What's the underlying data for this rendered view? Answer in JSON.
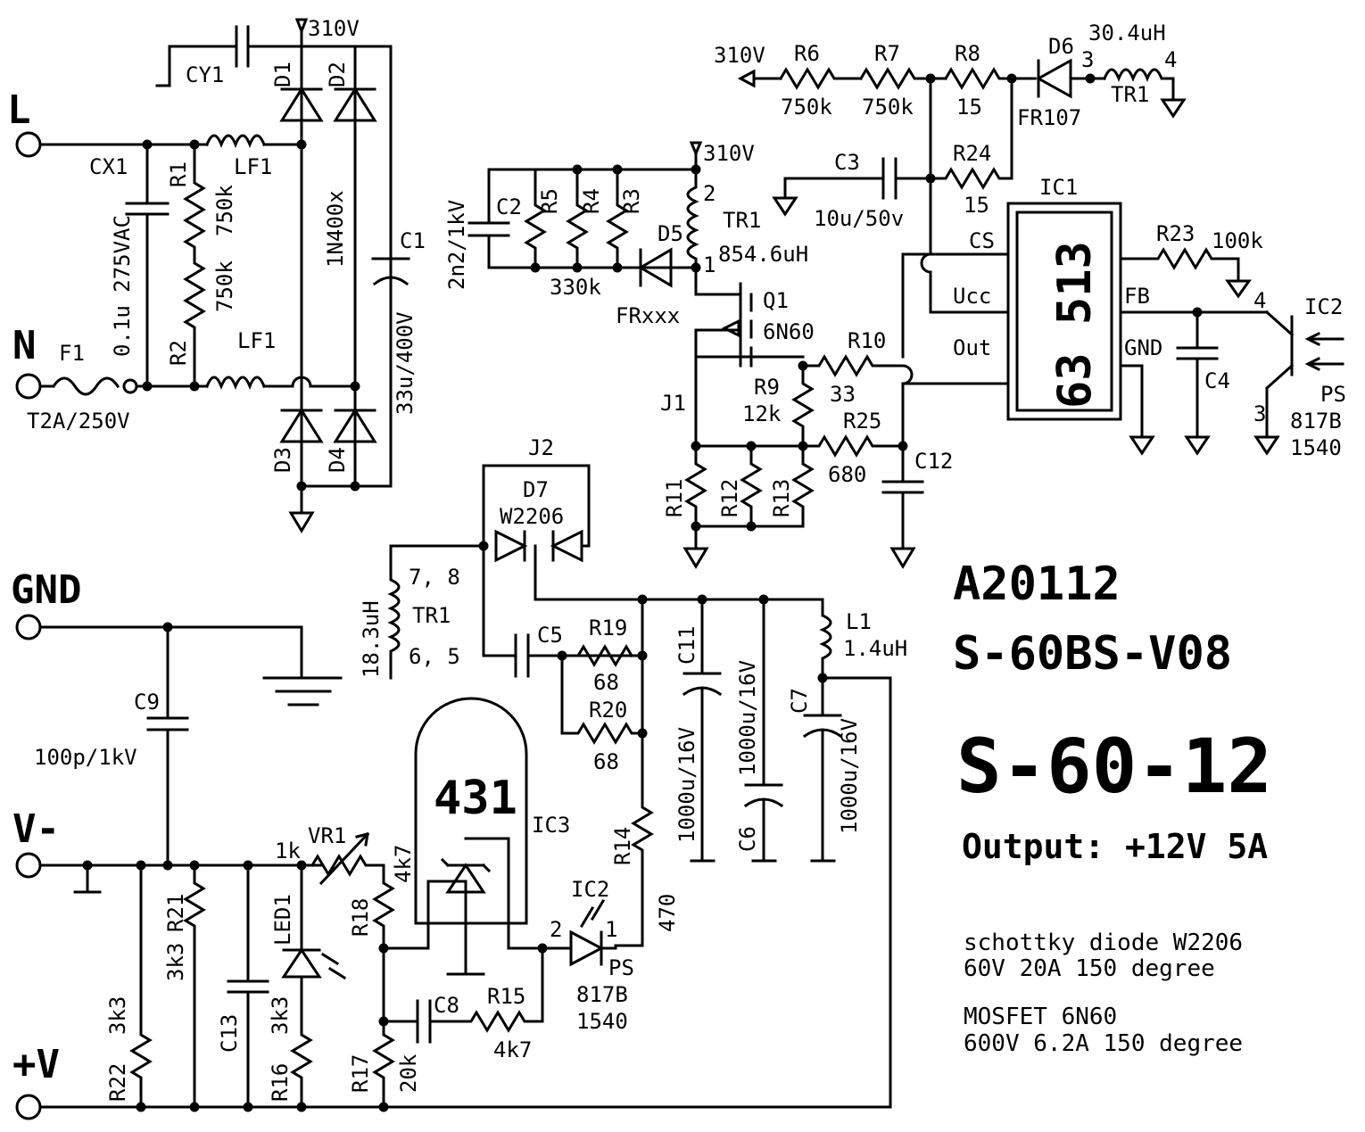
{
  "terminals": {
    "L": "L",
    "N": "N",
    "GND": "GND",
    "Vminus": "V-",
    "Vplus": "+V"
  },
  "title": {
    "code": "A20112",
    "version": "S-60BS-V08",
    "model": "S-60-12",
    "output": "Output: +12V 5A"
  },
  "notes": [
    "schottky diode W2206",
    "60V 20A 150 degree",
    "MOSFET 6N60",
    "600V 6.2A 150 degree"
  ],
  "labels": {
    "v310a": "310V",
    "v310b": "310V",
    "v310c": "310V",
    "CY1": "CY1",
    "D1": "D1",
    "D2": "D2",
    "D3": "D3",
    "D4": "D4",
    "d1n400x": "1N400x",
    "CX1": "CX1",
    "CX1v": "0.1u 275VAC",
    "R1": "R1",
    "R1v": "750k",
    "R2": "R2",
    "R2v": "750k",
    "LF1a": "LF1",
    "LF1b": "LF1",
    "F1": "F1",
    "F1v": "T2A/250V",
    "C1": "C1",
    "C1v": "33u/400V",
    "C2": "C2",
    "C2v": "2n2/1kV",
    "R5": "R5",
    "R4": "R4",
    "R3": "R3",
    "R345v": "330k",
    "D5": "D5",
    "D5v": "FRxxx",
    "TR1a": "TR1",
    "TR1av": "854.6uH",
    "p2": "2",
    "p1": "1",
    "Q1": "Q1",
    "Q1v": "6N60",
    "J1": "J1",
    "R6": "R6",
    "R6v": "750k",
    "R7": "R7",
    "R7v": "750k",
    "R8": "R8",
    "R8v": "15",
    "D6": "D6",
    "D6v": "FR107",
    "L30": "30.4uH",
    "p3": "3",
    "p4": "4",
    "TR1b": "TR1",
    "C3": "C3",
    "C3v": "10u/50v",
    "R24": "R24",
    "R24v": "15",
    "IC1": "IC1",
    "CS": "CS",
    "Ucc": "Ucc",
    "Out": "Out",
    "FB": "FB",
    "GND": "GND",
    "chip": "63 513",
    "R23": "R23",
    "R23v": "100k",
    "IC2": "IC2",
    "IC2p4": "4",
    "IC2p3": "3",
    "PS": "PS",
    "PS817": "817B",
    "PS1540": "1540",
    "C4": "C4",
    "R10": "R10",
    "R10v": "33",
    "R9": "R9",
    "R9v": "12k",
    "R25": "R25",
    "R25v": "680",
    "C12": "C12",
    "R11": "R11",
    "R12": "R12",
    "R13": "R13",
    "J2": "J2",
    "D7": "D7",
    "D7v": "W2206",
    "TR1c": "TR1",
    "TR1cv": "18.3uH",
    "p78": "7, 8",
    "p65": "6, 5",
    "C5": "C5",
    "R19": "R19",
    "R19v": "68",
    "R20": "R20",
    "R20v": "68",
    "C11": "C11",
    "C11v": "1000u/16V",
    "C6": "C6",
    "C6v": "1000u/16V",
    "C7": "C7",
    "C7v": "1000u/16V",
    "L1": "L1",
    "L1v": "1.4uH",
    "C9": "C9",
    "C9v": "100p/1kV",
    "IC3": "IC3",
    "IC3v": "431",
    "R14": "R14",
    "R14v": "470",
    "IC2b": "IC2",
    "IC2b2": "2",
    "IC2b1": "1",
    "PSb": "PS",
    "PSb817": "817B",
    "PSb1540": "1540",
    "VR1": "VR1",
    "VR1v": "1k",
    "R18": "R18",
    "R18v": "4k7",
    "LED1": "LED1",
    "R21": "R21",
    "R21v": "3k3",
    "R22": "R22",
    "R22v": "3k3",
    "C13": "C13",
    "R16": "R16",
    "R16v": "3k3",
    "R17": "R17",
    "R17v": "20k",
    "C8": "C8",
    "R15": "R15",
    "R15v": "4k7"
  }
}
